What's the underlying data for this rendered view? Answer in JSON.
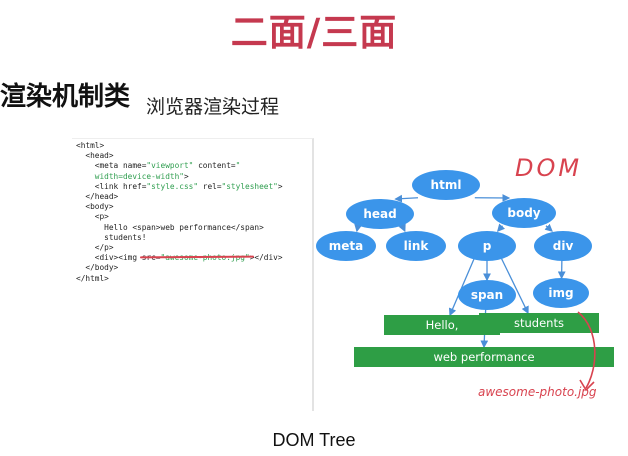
{
  "slide": {
    "title": "二面/三面",
    "section": "渲染机制类",
    "subsection": "浏览器渲染过程",
    "caption": "DOM Tree"
  },
  "code_panel": {
    "lines": [
      {
        "parts": [
          {
            "t": "<html>"
          }
        ]
      },
      {
        "parts": [
          {
            "t": "  <head>"
          }
        ]
      },
      {
        "parts": [
          {
            "t": "    <meta name="
          },
          {
            "t": "\"viewport\"",
            "s": true
          },
          {
            "t": " content="
          },
          {
            "t": "\"",
            "s": true
          }
        ]
      },
      {
        "parts": [
          {
            "t": "    "
          },
          {
            "t": "width=device-width\"",
            "s": true
          },
          {
            "t": ">"
          }
        ]
      },
      {
        "parts": [
          {
            "t": "    <link href="
          },
          {
            "t": "\"style.css\"",
            "s": true
          },
          {
            "t": " rel="
          },
          {
            "t": "\"stylesheet\"",
            "s": true
          },
          {
            "t": ">"
          }
        ]
      },
      {
        "parts": [
          {
            "t": "  </head>"
          }
        ]
      },
      {
        "parts": [
          {
            "t": "  <body>"
          }
        ]
      },
      {
        "parts": [
          {
            "t": "    <p>"
          }
        ]
      },
      {
        "parts": [
          {
            "t": "      Hello <span>web performance</span>"
          }
        ]
      },
      {
        "parts": [
          {
            "t": "      students!"
          }
        ]
      },
      {
        "parts": [
          {
            "t": "    </p>"
          }
        ]
      },
      {
        "parts": [
          {
            "t": "    <div><img src="
          },
          {
            "t": "\"awesome-photo.jpg\"",
            "s": true
          },
          {
            "t": "></div>"
          }
        ]
      },
      {
        "parts": [
          {
            "t": "  </body>"
          }
        ]
      },
      {
        "parts": [
          {
            "t": "</html>"
          }
        ]
      }
    ]
  },
  "diagram": {
    "annotation": "DOM",
    "handwritten_note": "awesome-photo.jpg",
    "colors": {
      "node": "#3b95ea",
      "text_node": "#2e9e45",
      "edge": "#4a8fd8",
      "annotation": "#d8434f"
    },
    "element_nodes": [
      {
        "id": "html",
        "label": "html"
      },
      {
        "id": "head",
        "label": "head"
      },
      {
        "id": "body",
        "label": "body"
      },
      {
        "id": "meta",
        "label": "meta"
      },
      {
        "id": "link",
        "label": "link"
      },
      {
        "id": "p",
        "label": "p"
      },
      {
        "id": "div",
        "label": "div"
      },
      {
        "id": "span",
        "label": "span"
      },
      {
        "id": "img",
        "label": "img"
      }
    ],
    "text_nodes": [
      {
        "id": "hello",
        "label": "Hello,"
      },
      {
        "id": "students",
        "label": "students"
      },
      {
        "id": "webperf",
        "label": "web performance"
      }
    ],
    "edges": [
      [
        "html",
        "head"
      ],
      [
        "html",
        "body"
      ],
      [
        "head",
        "meta"
      ],
      [
        "head",
        "link"
      ],
      [
        "body",
        "p"
      ],
      [
        "body",
        "div"
      ],
      [
        "p",
        "hello"
      ],
      [
        "p",
        "span"
      ],
      [
        "p",
        "students"
      ],
      [
        "span",
        "webperf"
      ],
      [
        "div",
        "img"
      ]
    ]
  }
}
